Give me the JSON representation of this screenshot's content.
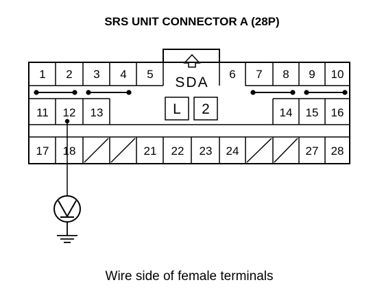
{
  "title": "SRS UNIT CONNECTOR A (28P)",
  "caption": "Wire side of female terminals",
  "latch_label": "SDA",
  "key_labels": [
    "L",
    "2"
  ],
  "row1": [
    "1",
    "2",
    "3",
    "4",
    "5",
    "6",
    "7",
    "8",
    "9",
    "10"
  ],
  "row2_left": [
    "11",
    "12",
    "13"
  ],
  "row2_right": [
    "14",
    "15",
    "16"
  ],
  "row3_left": [
    "17",
    "18"
  ],
  "row3_mid": [
    "21",
    "22",
    "23",
    "24"
  ],
  "row3_right": [
    "27",
    "28"
  ],
  "meter_icon": "voltmeter-icon",
  "ground_icon": "ground-icon",
  "latch_icon": "arrow-up-icon",
  "colors": {
    "ink": "#000000",
    "paper": "#ffffff"
  }
}
